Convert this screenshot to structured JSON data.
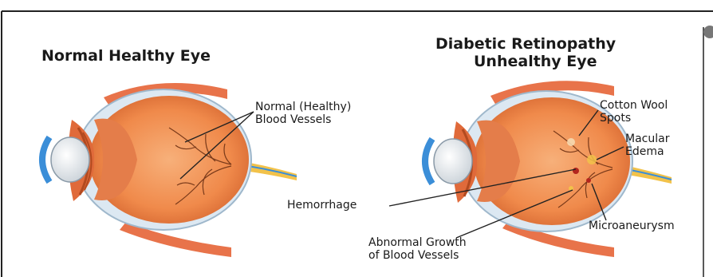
{
  "left": {
    "title": "Normal Healthy Eye",
    "vessels_label_line1": "Normal (Healthy)",
    "vessels_label_line2": "Blood Vessels"
  },
  "right": {
    "title_line1": "Diabetic Retinopathy",
    "title_line2": "Unhealthy Eye",
    "cotton_line1": "Cotton Wool",
    "cotton_line2": "Spots",
    "macular_line1": "Macular",
    "macular_line2": "Edema",
    "hemorrhage": "Hemorrhage",
    "microaneurysm": "Microaneurysm",
    "abnormal_line1": "Abnormal Growth",
    "abnormal_line2": "of Blood Vessels"
  },
  "colors": {
    "eye_outer": "#f08a4b",
    "eye_inner": "#f3a06a",
    "vessel": "#7a3a1a",
    "optic_nerve": "#f2c24a",
    "cornea_blue": "#3b8ed8",
    "muscle": "#e8734a"
  }
}
